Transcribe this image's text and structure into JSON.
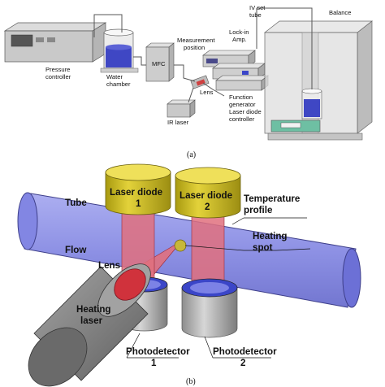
{
  "panel_a": {
    "caption": "(a)",
    "labels": {
      "pressure_controller_1": "Pressure",
      "pressure_controller_2": "controller",
      "water_chamber_1": "Water",
      "water_chamber_2": "chamber",
      "mfc": "MFC",
      "measurement_1": "Measurement",
      "measurement_2": "position",
      "lockin_1": "Lock-in",
      "lockin_2": "Amp.",
      "iv_set_1": "IV set",
      "iv_set_2": "tube",
      "balance": "Balance",
      "lens": "Lens",
      "function_gen_1": "Function",
      "function_gen_2": "generator",
      "laser_diode_ctrl_1": "Laser diode",
      "laser_diode_ctrl_2": "controller",
      "ir_laser": "IR laser"
    }
  },
  "panel_b": {
    "caption": "(b)",
    "labels": {
      "tube": "Tube",
      "flow": "Flow",
      "lens": "Lens",
      "laser_diode_1_a": "Laser diode",
      "laser_diode_1_b": "1",
      "laser_diode_2_a": "Laser diode",
      "laser_diode_2_b": "2",
      "temperature_profile_1": "Temperature",
      "temperature_profile_2": "profile",
      "heating_spot_1": "Heating",
      "heating_spot_2": "spot",
      "heating_laser_1": "Heating",
      "heating_laser_2": "laser",
      "photodetector_1_a": "Photodetector",
      "photodetector_1_b": "1",
      "photodetector_2_a": "Photodetector",
      "photodetector_2_b": "2"
    }
  },
  "colors": {
    "tube": "#7b7fe0",
    "laser_diode_housing": "#d8c628",
    "beam": "#e0707e",
    "heating_laser_body": "#8a8a8a",
    "photodetector_body": "#bdbdbd",
    "detector_ring": "#3b46c8",
    "water": "#3f47c4"
  }
}
